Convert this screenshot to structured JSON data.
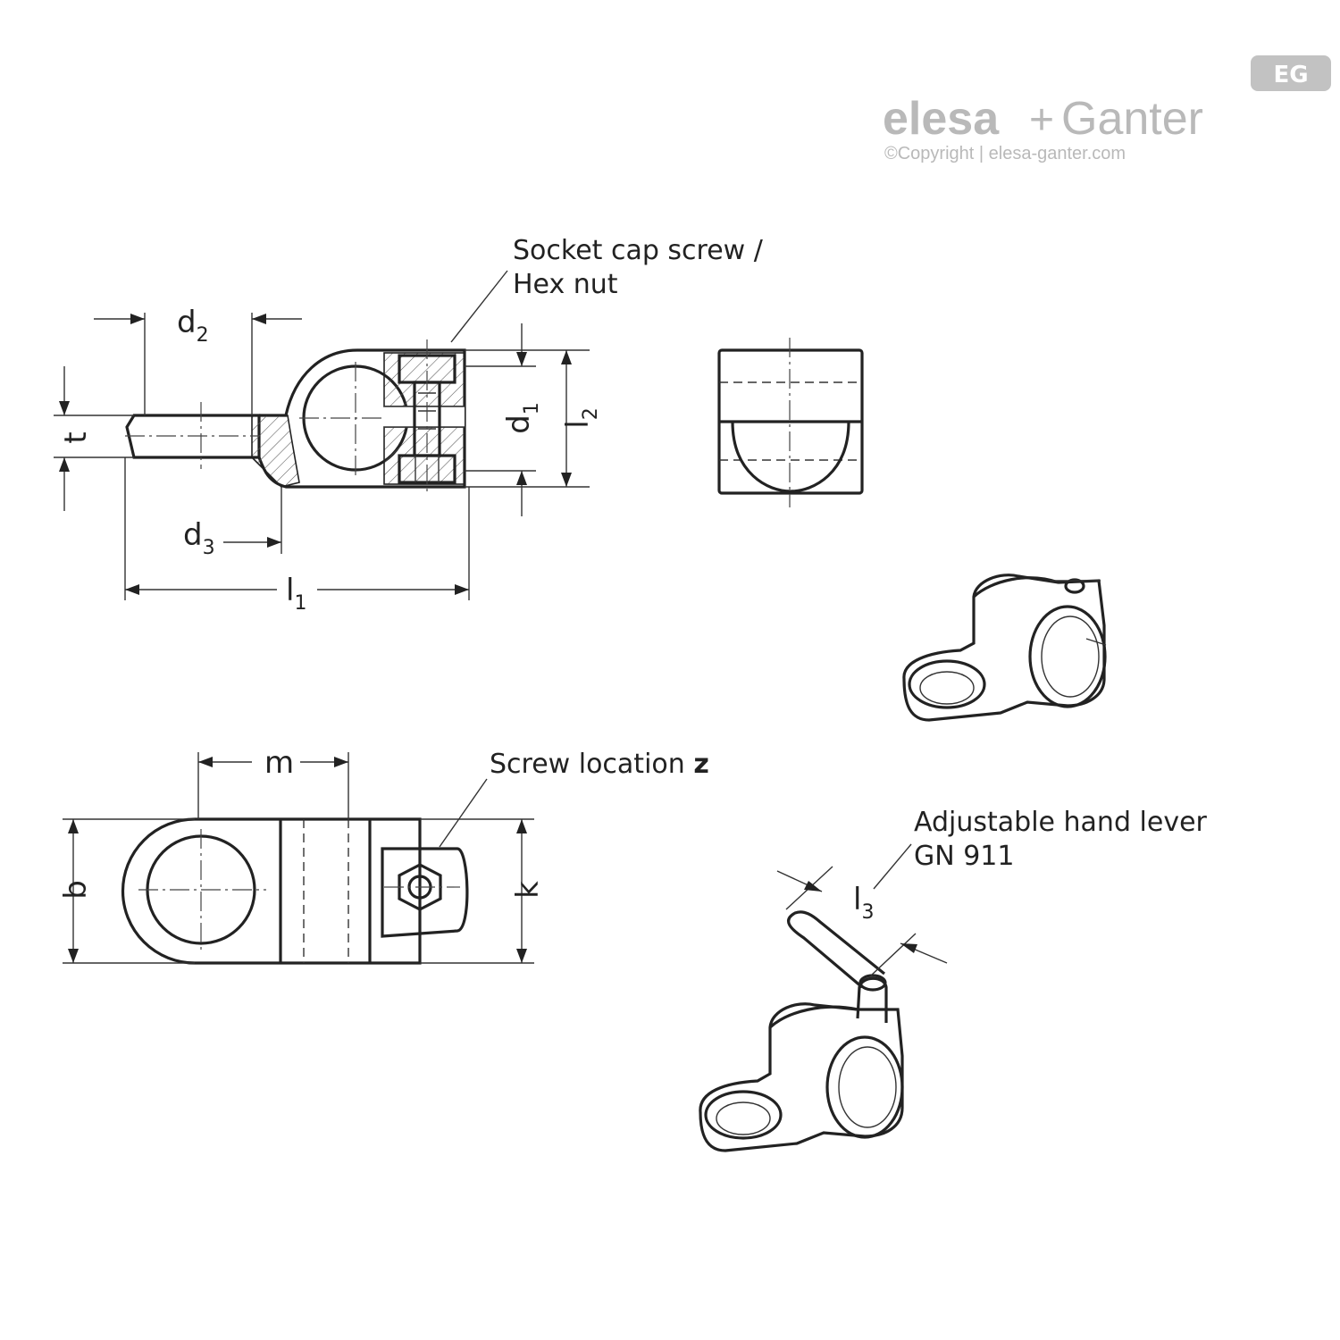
{
  "logo": {
    "badge": "EG",
    "wordmark_left": "elesa",
    "wordmark_plus": "+",
    "wordmark_right": "Ganter",
    "copyright": "©Copyright | elesa-ganter.com"
  },
  "callouts": {
    "socket_line1": "Socket cap screw /",
    "socket_line2": "Hex nut",
    "screw_location": "Screw location",
    "screw_location_symbol": "z",
    "lever_line1": "Adjustable hand lever",
    "lever_line2": "GN 911"
  },
  "dimensions": {
    "d2": {
      "base": "d",
      "sub": "2"
    },
    "t": {
      "base": "t"
    },
    "d1": {
      "base": "d",
      "sub": "1"
    },
    "l2": {
      "base": "l",
      "sub": "2"
    },
    "d3": {
      "base": "d",
      "sub": "3"
    },
    "l1": {
      "base": "l",
      "sub": "1"
    },
    "m": {
      "base": "m"
    },
    "b": {
      "base": "b"
    },
    "k": {
      "base": "k"
    },
    "l3": {
      "base": "l",
      "sub": "3"
    }
  },
  "colors": {
    "line": "#222222",
    "logo_gray": "#b9b9b9"
  }
}
